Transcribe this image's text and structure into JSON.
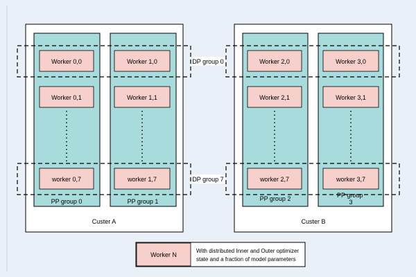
{
  "clusters": [
    {
      "label": "Custer A",
      "pp_groups": [
        {
          "label": "PP group 0",
          "workers": [
            "Worker 0,0",
            "Worker 0,1",
            "worker 0,7"
          ]
        },
        {
          "label": "PP group 1",
          "workers": [
            "Worker 1,0",
            "Worker 1,1",
            "worker 1,7"
          ]
        }
      ]
    },
    {
      "label": "Custer B",
      "pp_groups": [
        {
          "label": "PP group 2",
          "workers": [
            "Worker 2,0",
            "Worker 2,1",
            "worker 2,7"
          ]
        },
        {
          "label": "PP group\n3",
          "workers": [
            "Worker 3,0",
            "Worker 3,1",
            "worker 3,7"
          ]
        }
      ]
    }
  ],
  "dp_groups": [
    {
      "label": "DP group 0"
    },
    {
      "label": "DP group 7"
    }
  ],
  "legend": {
    "worker_label": "Worker N",
    "description_line1": "With distributed Inner and Outer optimizer",
    "description_line2": "state and a fraction of model parameters"
  },
  "colors": {
    "background": "#e9f0f7",
    "cluster_fill": "#ffffff",
    "pp_group_fill": "#a8dcdc",
    "worker_fill": "#f7cfcb",
    "stroke": "#000000"
  }
}
